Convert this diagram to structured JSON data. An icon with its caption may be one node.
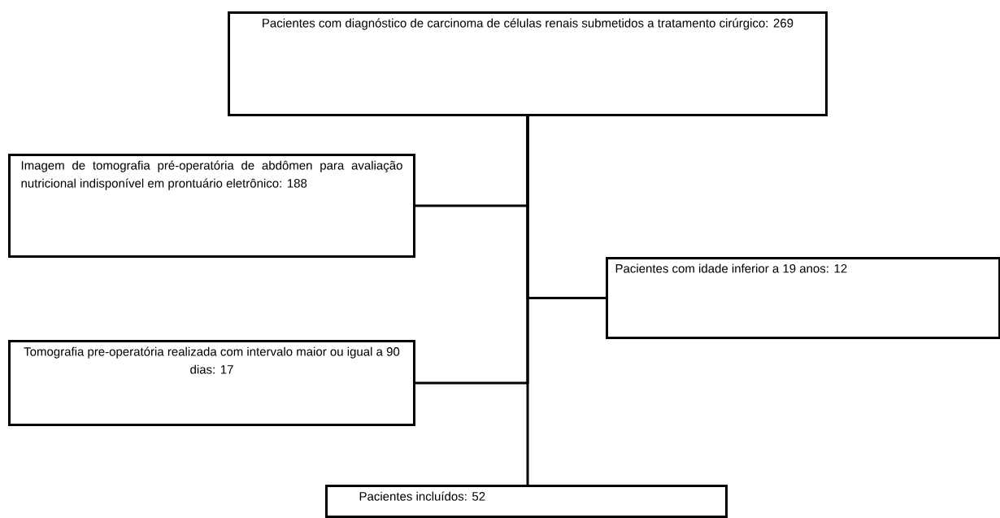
{
  "diagram": {
    "nodes": [
      {
        "text": [
          "Pacientes com diagnóstico de carcinoma de células renais submetidos a tratamento cirúrgico: 269"
        ]
      },
      {
        "text": [
          "Imagem de tomografia pré-operatória de abdômen para avaliação nutricional indisponível em prontuário eletrônico: 188"
        ]
      },
      {
        "text": [
          "Pacientes com idade inferior a 19 anos: 12"
        ]
      },
      {
        "text": [
          "Tomografia pre-operatória realizada com intervalo maior ou igual a 90 dias: 17"
        ]
      },
      {
        "text": [
          "Pacientes incluídos: 52"
        ]
      }
    ],
    "edges": [
      {
        "from": 0,
        "to": 1,
        "arrow": "none"
      },
      {
        "from": 0,
        "to": 2,
        "arrow": "none"
      },
      {
        "from": 0,
        "to": 3,
        "arrow": "none"
      },
      {
        "from": 0,
        "to": 4,
        "arrow": "none"
      }
    ]
  }
}
